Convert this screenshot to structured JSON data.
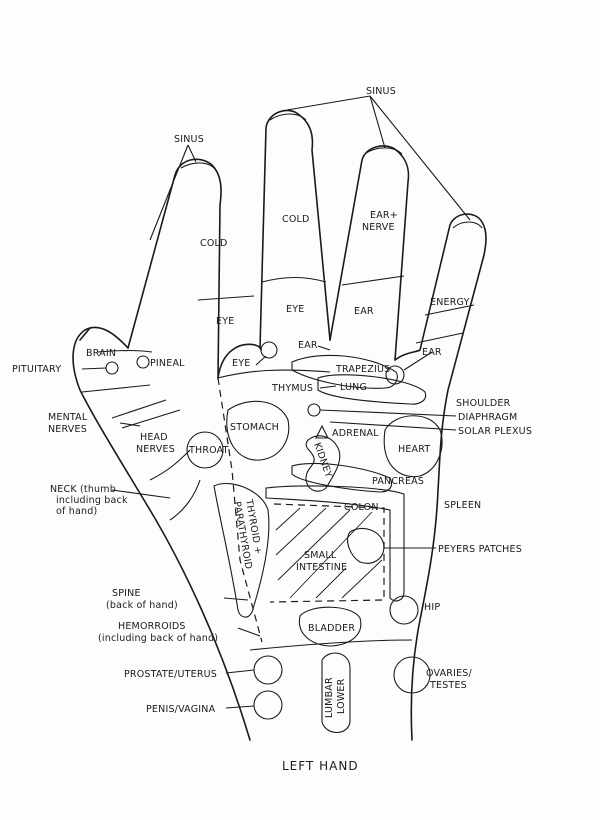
{
  "title": "LEFT HAND",
  "labels": {
    "sinus_left": "SINUS",
    "sinus_right": "SINUS",
    "cold_index": "COLD",
    "cold_middle": "COLD",
    "ear_nerve_line1": "EAR+",
    "ear_nerve_line2": "NERVE",
    "energy": "ENERGY",
    "eye_index": "EYE",
    "eye_middle": "EYE",
    "ear_ring": "EAR",
    "ear_pinky": "EAR",
    "ear_small": "EAR",
    "eye_small": "EYE",
    "brain": "BRAIN",
    "pituitary": "PITUITARY",
    "pineal": "PINEAL",
    "trapezius": "TRAPEZIUS",
    "lung": "LUNG",
    "thymus": "THYMUS",
    "shoulder": "SHOULDER",
    "diaphragm": "DIAPHRAGM",
    "solar_plexus": "SOLAR PLEXUS",
    "mental_nerves_line1": "MENTAL",
    "mental_nerves_line2": "NERVES",
    "head_nerves_line1": "HEAD",
    "head_nerves_line2": "NERVES",
    "throat": "THROAT",
    "stomach": "STOMACH",
    "adrenal": "ADRENAL",
    "heart": "HEART",
    "kidney": "KIDNEY",
    "pancreas": "PANCREAS",
    "neck_line1": "NECK (thumb",
    "neck_line2": "including back",
    "neck_line3": "of hand)",
    "colon": "COLON",
    "spleen": "SPLEEN",
    "thyroid_line1": "THYROID +",
    "thyroid_line2": "PARATHYROID",
    "small_intestine_line1": "SMALL",
    "small_intestine_line2": "INTESTINE",
    "peyers_patches": "PEYERS PATCHES",
    "spine_line1": "SPINE",
    "spine_line2": "(back of hand)",
    "hip": "HIP",
    "hemorroids_line1": "HEMORROIDS",
    "hemorroids_line2": "(including back of hand)",
    "bladder": "BLADDER",
    "prostate_uterus": "PROSTATE/UTERUS",
    "lower_lumbar_line1": "LOWER",
    "lower_lumbar_line2": "LUMBAR",
    "ovaries_testes_line1": "OVARIES/",
    "ovaries_testes_line2": "TESTES",
    "penis_vagina": "PENIS/VAGINA"
  }
}
